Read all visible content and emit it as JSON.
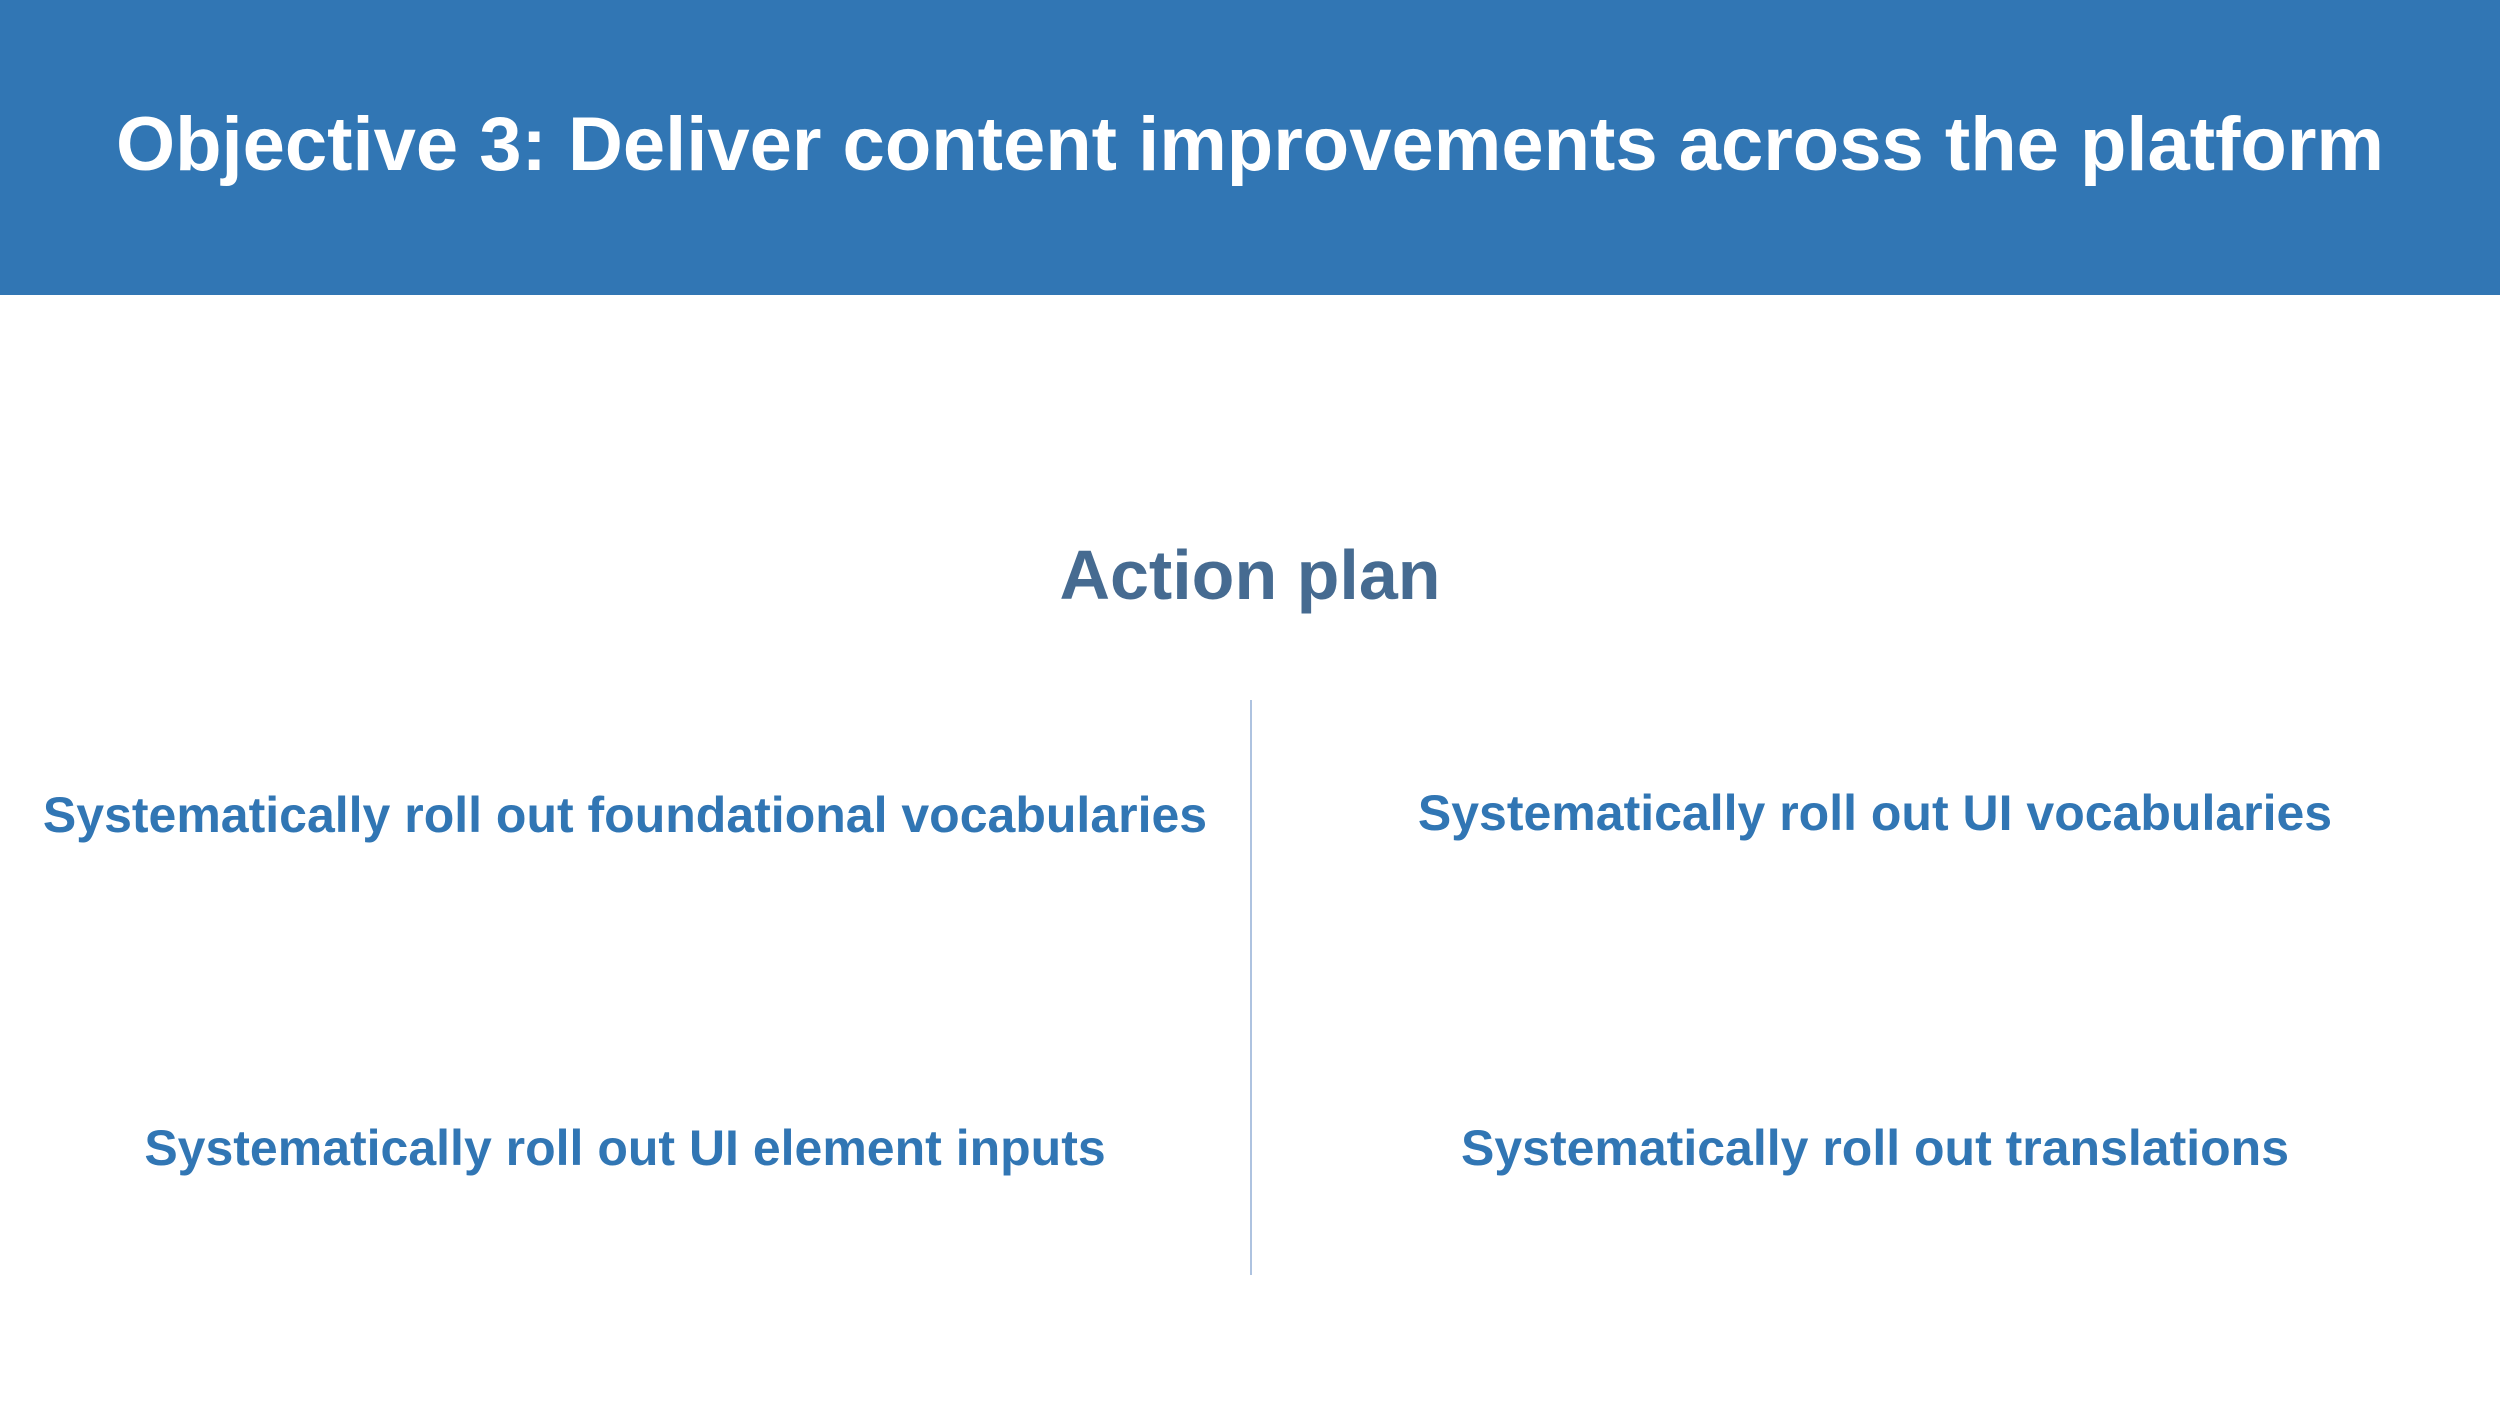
{
  "header": {
    "title": "Objective 3: Deliver content improvements across the platform"
  },
  "section": {
    "title": "Action plan"
  },
  "action_items": [
    "Systematically roll out foundational vocabularies",
    "Systematically roll out UI vocabularies",
    "Systematically roll out UI element inputs",
    "Systematically roll out translations"
  ],
  "colors": {
    "header_background": "#3176b4",
    "header_text": "#ffffff",
    "section_title": "#466b91",
    "item_text": "#3176b4",
    "divider": "#aec3e0"
  }
}
